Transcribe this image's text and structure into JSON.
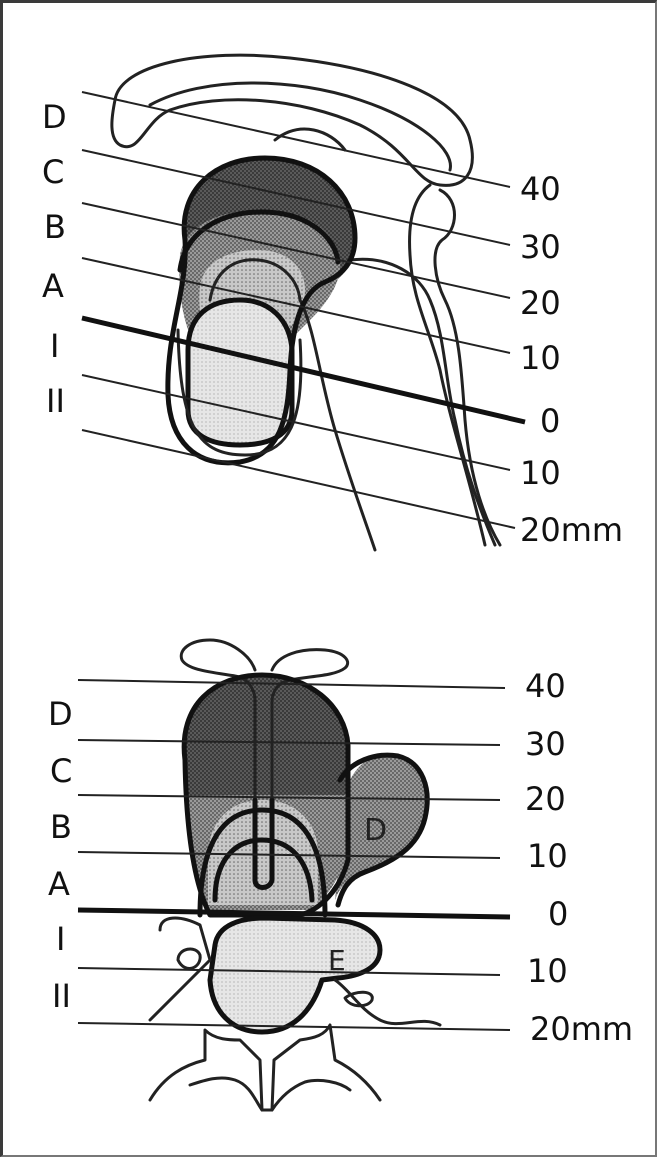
{
  "top_diagram": {
    "left_labels": [
      "D",
      "C",
      "B",
      "A",
      "I",
      "II"
    ],
    "right_labels": [
      "40",
      "30",
      "20",
      "10",
      "0",
      "10",
      "20mm"
    ]
  },
  "bottom_diagram": {
    "left_labels": [
      "D",
      "C",
      "B",
      "A",
      "I",
      "II"
    ],
    "right_labels": [
      "40",
      "30",
      "20",
      "10",
      "0",
      "10",
      "20mm"
    ],
    "region_labels": [
      "D",
      "E"
    ]
  },
  "colors": {
    "dark_zone": "#555555",
    "mid_zone": "#8f8f8f",
    "light_zone": "#c4c4c4",
    "pale_zone": "#e3e3e3",
    "ink": "#111111"
  }
}
